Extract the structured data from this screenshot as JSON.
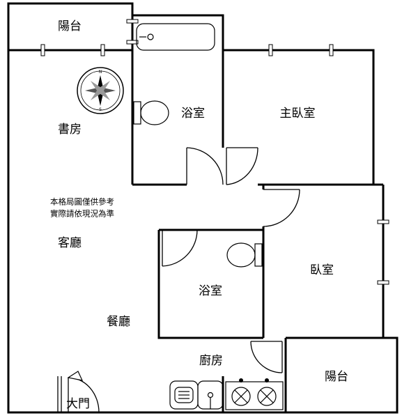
{
  "rooms": {
    "balcony_top": "陽台",
    "study": "書房",
    "bath_top": "浴室",
    "master_bedroom": "主臥室",
    "living_room": "客廳",
    "dining_room": "餐廳",
    "bath_center": "浴室",
    "bedroom": "臥室",
    "kitchen": "廚房",
    "balcony_bottom": "陽台",
    "main_door": "大門"
  },
  "notice": {
    "line1": "本格局圖僅供參考",
    "line2": "實際請依現況為準"
  },
  "compass": {
    "north": "N",
    "south": "S"
  }
}
